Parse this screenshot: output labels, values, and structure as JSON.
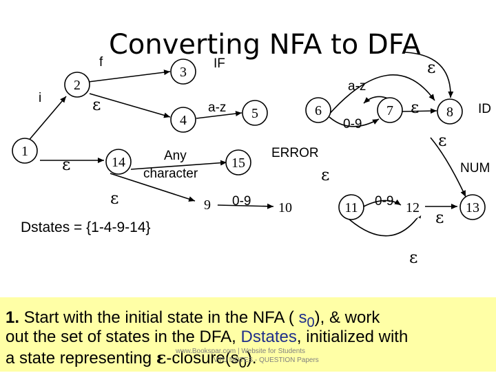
{
  "title": "Converting NFA to DFA",
  "states": [
    "1",
    "2",
    "3",
    "4",
    "5",
    "6",
    "7",
    "8",
    "9",
    "10",
    "11",
    "12",
    "13",
    "14",
    "15"
  ],
  "labels": {
    "i": "i",
    "f": "f",
    "if": "IF",
    "az_4_5": "a-z",
    "az_6_8": "a-z",
    "d_6_7": "0-9",
    "any_char_1": "Any",
    "any_char_2": "character",
    "error": "ERROR",
    "d_9_10": "0-9",
    "d_11_12": "0-9",
    "id": "ID",
    "num": "NUM",
    "epsilon": "ε"
  },
  "dstates": "Dstates = {1-4-9-14}",
  "note": {
    "num": "1.",
    "l1a": " Start with the initial state in the NFA ( ",
    "s0": "s",
    "sub0": "0",
    "l1b": "),  & work",
    "l2a": "out the set of states in the DFA, ",
    "dstates_word": "Dstates",
    "l2b": ", initialized with",
    "l3a": "a state representing ",
    "eps_sym": "ε",
    "l3b": "-closure(s",
    "sub0b": "0",
    "l3c": ")."
  },
  "watermark": {
    "line1": "www.Bookspar.com | Website for Students",
    "line2": "VTU NOTES - QUESTION Papers"
  },
  "colors": {
    "note_bg": "#ffffa6",
    "note_blue": "#1f2f8a",
    "ink": "#000000"
  }
}
